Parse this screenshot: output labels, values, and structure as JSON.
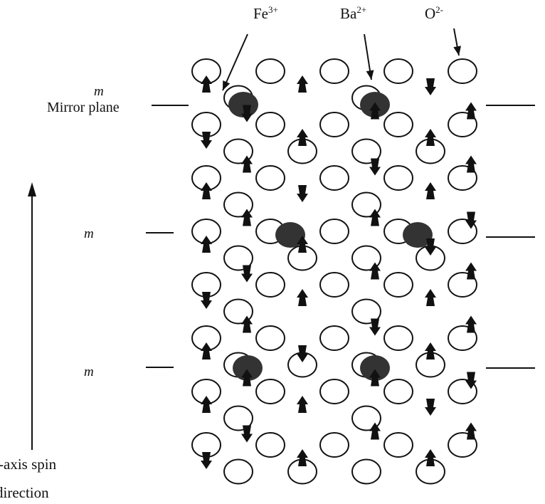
{
  "labels": {
    "fe": {
      "base": "Fe",
      "charge": "3+"
    },
    "ba": {
      "base": "Ba",
      "charge": "2+"
    },
    "o": {
      "base": "O",
      "charge": "2-"
    },
    "mirror_symbol": "m",
    "mirror_plane": "Mirror plane",
    "m2": "m",
    "m3": "m",
    "axis_line1": "-axis spin",
    "axis_line2": "direction"
  },
  "colors": {
    "ink": "#111111",
    "ion_fill": "#333333"
  }
}
